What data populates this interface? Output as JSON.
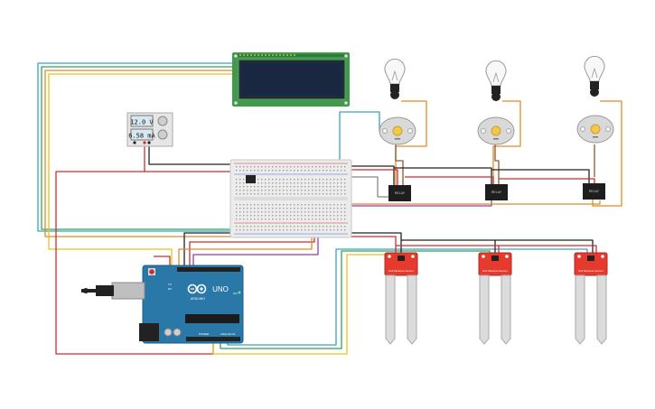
{
  "power_supply": {
    "voltage": "12.0 V",
    "current": "6.58 mA"
  },
  "arduino": {
    "logo_text": "ARDUINO",
    "model": "UNO",
    "tx": "TX",
    "rx": "RX",
    "on": "ON",
    "power_header": "POWER",
    "analog_header": "ANALOG IN"
  },
  "relays": [
    {
      "label": "RELAY"
    },
    {
      "label": "RELAY"
    },
    {
      "label": "RELAY"
    }
  ],
  "soil_sensors": [
    {
      "label": "Soil Moisture Sensor"
    },
    {
      "label": "Soil Moisture Sensor"
    },
    {
      "label": "Soil Moisture Sensor"
    }
  ],
  "wire_colors": {
    "red": "#d22b2b",
    "black": "#222222",
    "yellow": "#e8c21a",
    "orange": "#e38a24",
    "green": "#2fa84f",
    "blue": "#3aa0c8",
    "purple": "#9b3bb0",
    "gray": "#8a8a8a"
  },
  "components": {
    "lcd": "lcd-16x2",
    "bulbs": [
      "lightbulb-icon",
      "lightbulb-icon",
      "lightbulb-icon"
    ],
    "motors": [
      "dc-motor-icon",
      "dc-motor-icon",
      "dc-motor-icon"
    ]
  }
}
